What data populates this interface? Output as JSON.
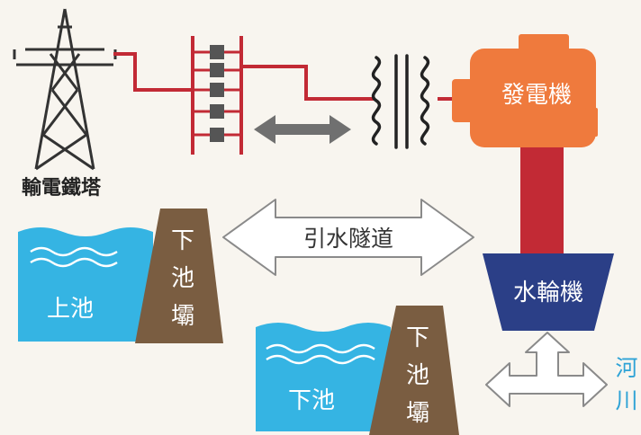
{
  "labels": {
    "tower": "輸電鐵塔",
    "generator": "發電機",
    "turbine": "水輪機",
    "tunnel": "引水隧道",
    "upper_pool": "上池",
    "upper_dam_1": "下",
    "upper_dam_2": "池",
    "upper_dam_3": "壩",
    "lower_pool": "下池",
    "lower_dam_1": "下",
    "lower_dam_2": "池",
    "lower_dam_3": "壩",
    "river_1": "河",
    "river_2": "川"
  },
  "colors": {
    "background": "#f8f5ef",
    "wire": "#c22a35",
    "generator": "#ef7a3d",
    "turbine": "#2b3f87",
    "water": "#35b4e3",
    "dam": "#7a5d41",
    "river_text": "#2fa3d6",
    "arrow_gray": "#707070",
    "tower": "#333333"
  }
}
